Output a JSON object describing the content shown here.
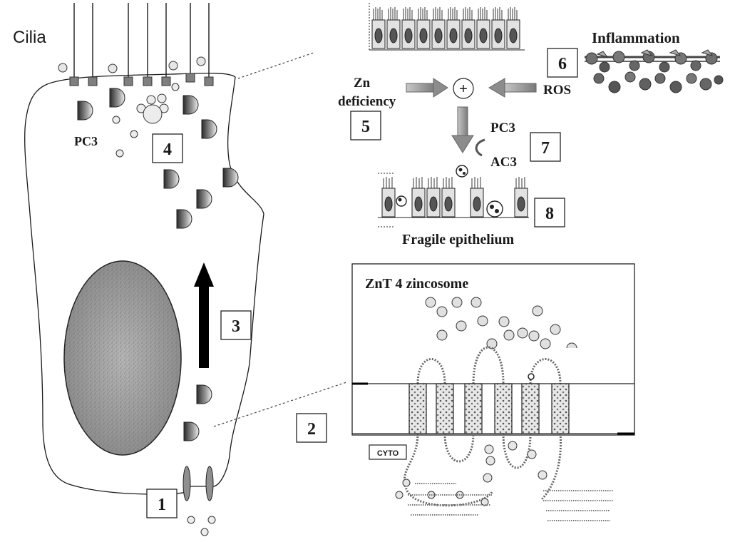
{
  "labels": {
    "cilia": "Cilia",
    "pc3_cell": "PC3",
    "zn_line1": "Zn",
    "zn_line2": "deficiency",
    "inflammation": "Inflammation",
    "ros": "ROS",
    "plus": "+",
    "pc3_path": "PC3",
    "ac3": "AC3",
    "fragile": "Fragile epithelium",
    "zincosome": "ZnT 4 zincosome",
    "cyto": "CYTO"
  },
  "steps": [
    "1",
    "2",
    "3",
    "4",
    "5",
    "6",
    "7",
    "8"
  ],
  "colors": {
    "line": "#1a1a1a",
    "arrow_gray": "#8c8c8c",
    "nucleus": "#9a9a9a",
    "vesicle": "#d9d9d9"
  }
}
